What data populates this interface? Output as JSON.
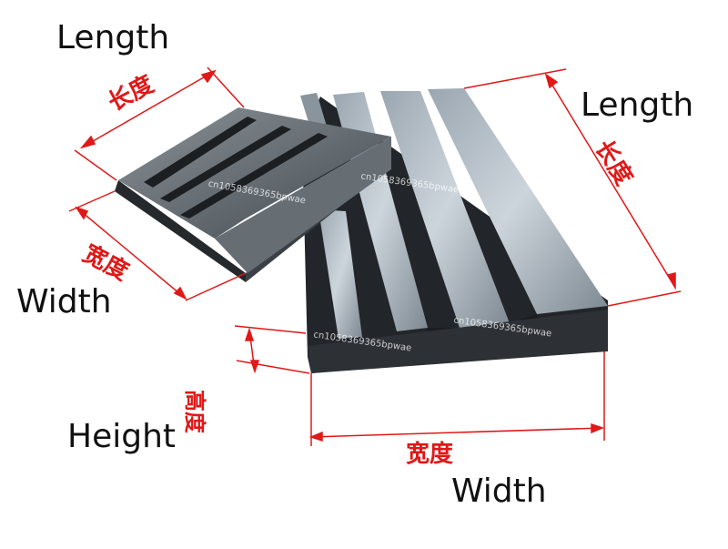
{
  "labels": {
    "top_left_length": "Length",
    "top_left_length_cn": "长度",
    "right_length": "Length",
    "right_length_cn": "长度",
    "left_width": "Width",
    "left_width_cn": "宽度",
    "height": "Height",
    "height_cn": "高度",
    "bottom_width": "Width",
    "bottom_width_cn": "宽度"
  },
  "watermarks": {
    "wm1": "cn1058369365bpwae",
    "wm2": "cn1058369365bpwae",
    "wm3": "cn1058369365bpwae",
    "wm4": "cn1058369365bpwae"
  },
  "colors": {
    "dimension_line": "#e01818",
    "steel_light": "#b9c3cc",
    "steel_mid": "#8c969e",
    "steel_dark": "#2a2d31"
  }
}
